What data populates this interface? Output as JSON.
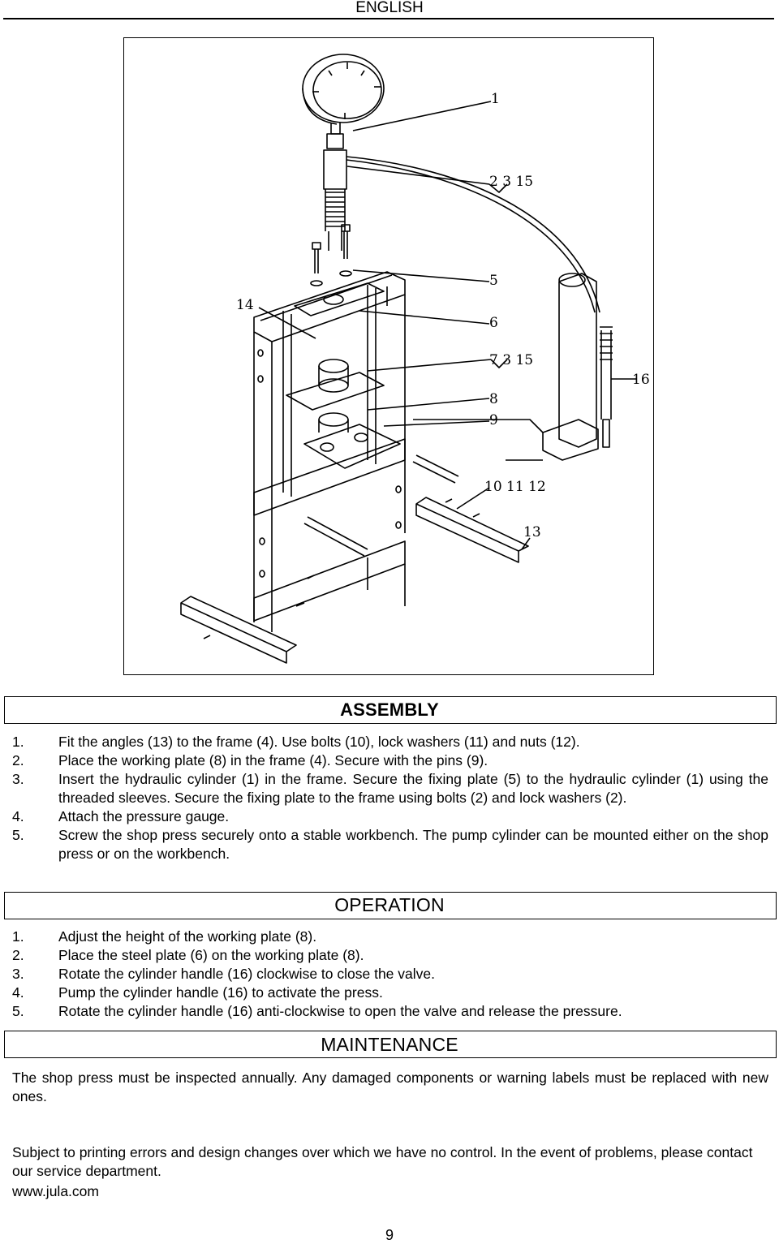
{
  "header": {
    "language": "ENGLISH"
  },
  "figure": {
    "callouts": [
      "1",
      "2 3 15",
      "5",
      "6",
      "7 3 15",
      "8",
      "9",
      "10 11 12",
      "13",
      "14",
      "16"
    ]
  },
  "assembly": {
    "title": "ASSEMBLY",
    "steps": [
      {
        "num": "1.",
        "text": "Fit the angles (13) to the frame (4). Use bolts (10), lock washers (11) and nuts (12)."
      },
      {
        "num": "2.",
        "text": "Place the working plate (8) in the frame (4). Secure with the pins (9)."
      },
      {
        "num": "3.",
        "text": "Insert the hydraulic cylinder (1) in the frame. Secure the fixing plate (5) to the hydraulic cylinder (1) using the threaded sleeves. Secure the fixing plate to the frame using bolts (2) and lock washers (2)."
      },
      {
        "num": "4.",
        "text": "Attach the pressure gauge."
      },
      {
        "num": "5.",
        "text": "Screw the shop press securely onto a stable workbench. The pump cylinder can be mounted either on the shop press or on the workbench."
      }
    ]
  },
  "operation": {
    "title": "OPERATION",
    "steps": [
      {
        "num": "1.",
        "text": "Adjust the height of the working plate (8)."
      },
      {
        "num": "2.",
        "text": "Place the steel plate (6) on the working plate (8)."
      },
      {
        "num": "3.",
        "text": "Rotate the cylinder handle (16) clockwise to close the valve."
      },
      {
        "num": "4.",
        "text": "Pump the cylinder handle (16) to activate the press."
      },
      {
        "num": "5.",
        "text": "Rotate the cylinder handle (16) anti-clockwise to open the valve and release the pressure."
      }
    ]
  },
  "maintenance": {
    "title": "MAINTENANCE",
    "text": "The shop press must be inspected annually. Any damaged components or warning labels must be replaced with new ones."
  },
  "footer": {
    "disclaimer": "Subject to printing errors and design changes over which we have no control. In the event of problems, please contact our service department.",
    "website": "www.jula.com",
    "page_number": "9"
  }
}
